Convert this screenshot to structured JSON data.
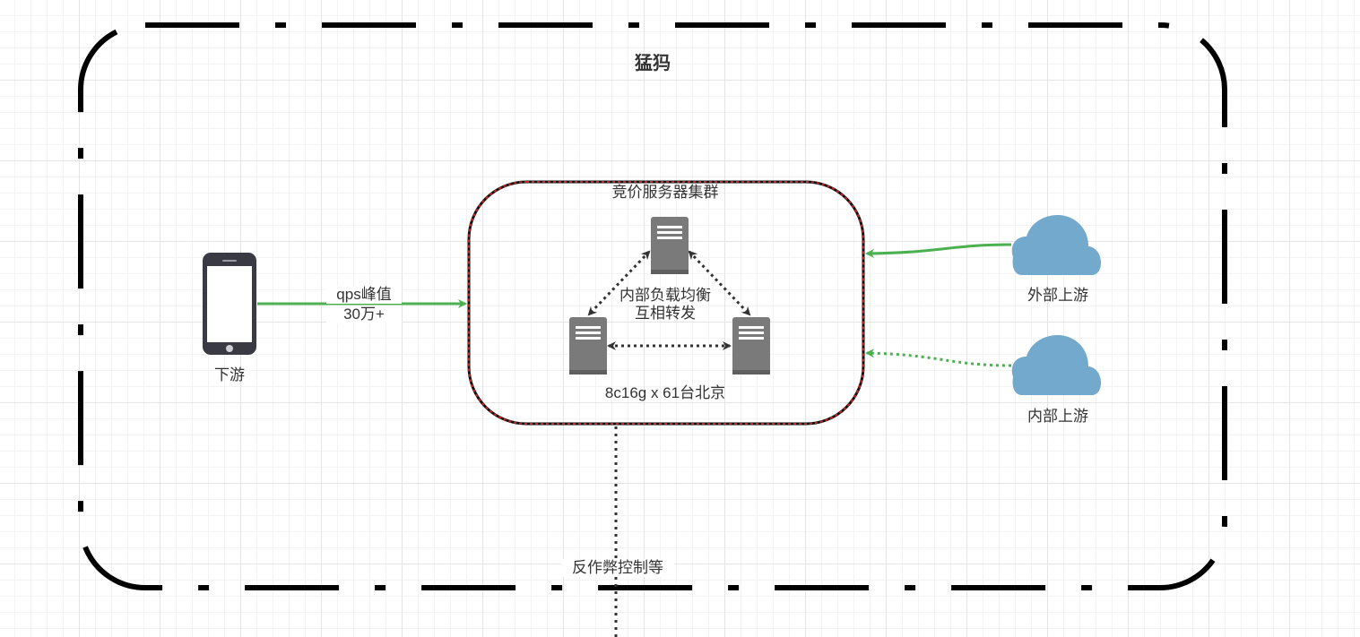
{
  "container": {
    "title": "猛犸"
  },
  "cluster": {
    "title": "竞价服务器集群",
    "internal_lb_line1": "内部负载均衡",
    "internal_lb_line2": "互相转发",
    "spec": "8c16g x 61台北京"
  },
  "downstream": {
    "label": "下游",
    "icon": "mobile-phone-icon"
  },
  "qps_edge": {
    "line1": "qps峰值",
    "line2": "30万+"
  },
  "external_upstream": {
    "label": "外部上游",
    "icon": "cloud-icon"
  },
  "internal_upstream": {
    "label": "内部上游",
    "icon": "cloud-icon"
  },
  "bottom_edge": {
    "label": "反作弊控制等"
  },
  "colors": {
    "edge_green": "#4caf50",
    "cloud_blue": "#73a9cc",
    "server_gray": "#7a7a7a",
    "cluster_border_red": "#cc2222",
    "phone_dark": "#3a3a44"
  }
}
